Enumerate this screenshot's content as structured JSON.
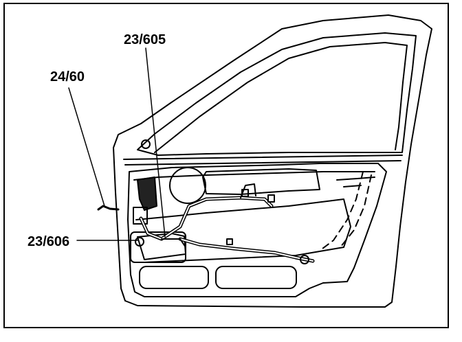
{
  "callouts": {
    "c1": "24/60",
    "c2": "23/605",
    "c3": "23/606"
  }
}
